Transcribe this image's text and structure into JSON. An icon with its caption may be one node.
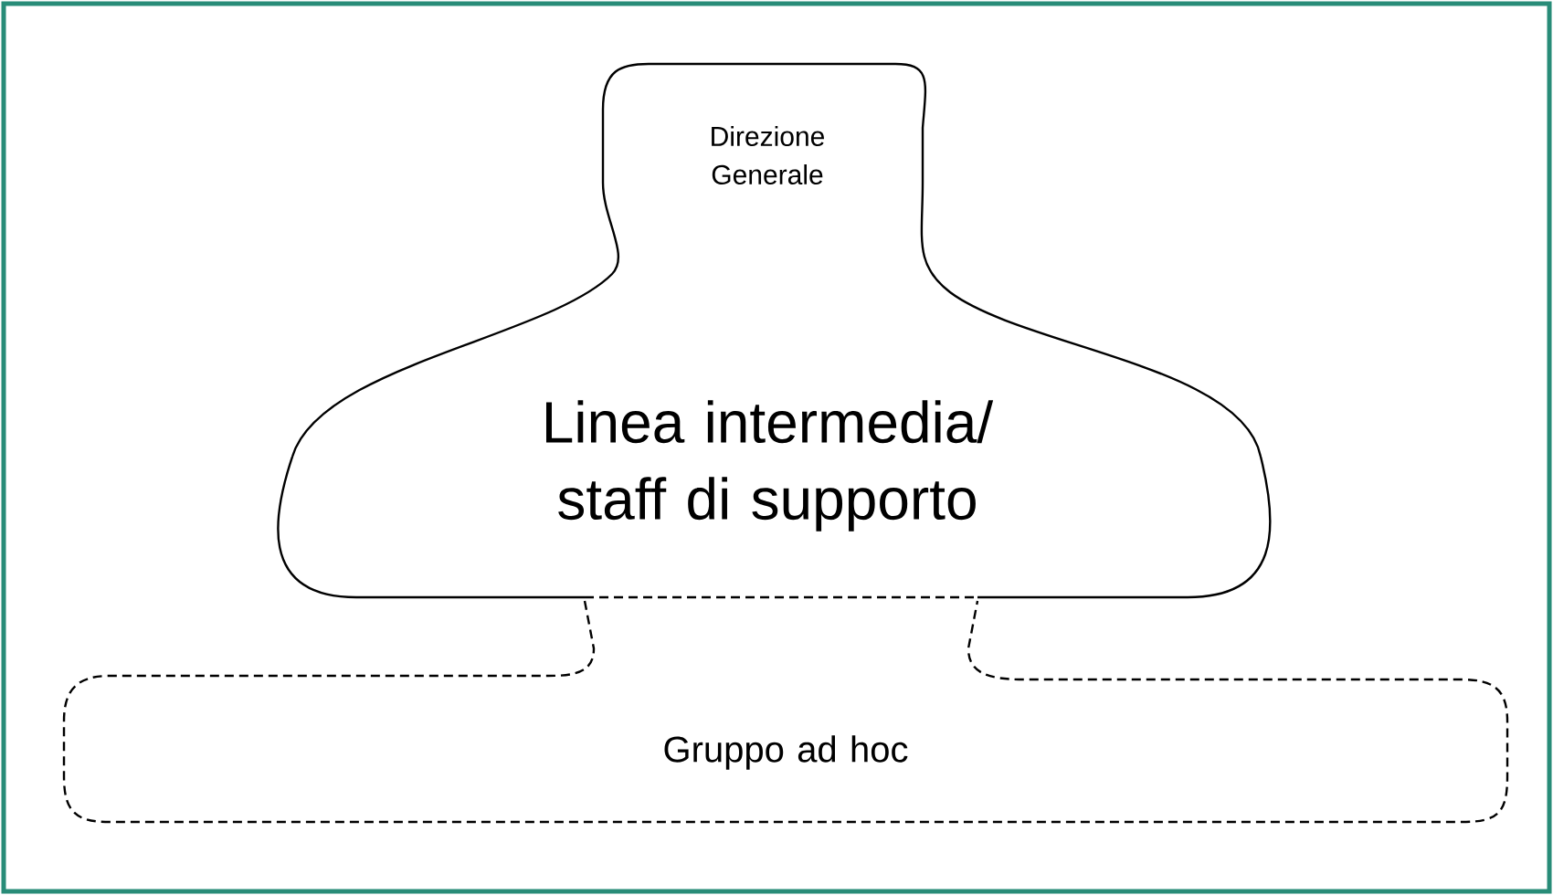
{
  "diagram": {
    "nodes": [
      {
        "text": [
          "Direzione Generale",
          "Linea intermedia/ staff di supporto"
        ]
      },
      {
        "text": [
          "Gruppo ad hoc"
        ]
      }
    ]
  }
}
